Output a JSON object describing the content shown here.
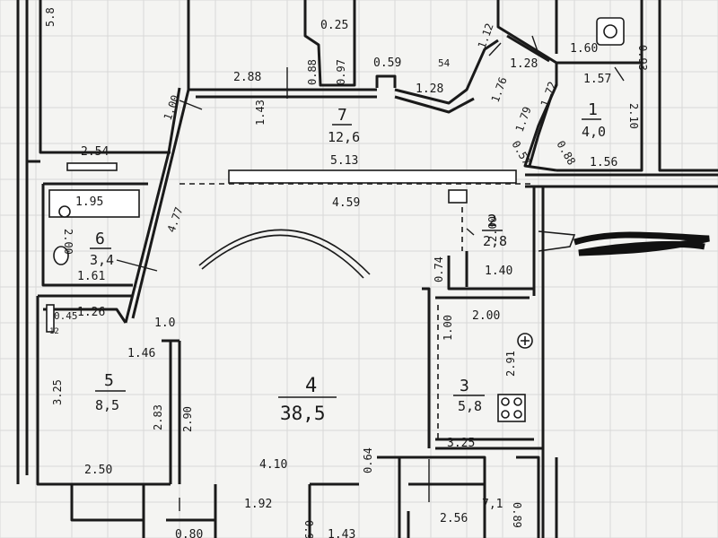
{
  "rooms": [
    {
      "no": "1",
      "area": "4,0"
    },
    {
      "no": "2",
      "area": "2,8"
    },
    {
      "no": "3",
      "area": "5,8"
    },
    {
      "no": "4",
      "area": "38,5"
    },
    {
      "no": "5",
      "area": "8,5"
    },
    {
      "no": "6",
      "area": "3,4"
    },
    {
      "no": "7",
      "area": "12,6"
    }
  ],
  "dims": {
    "d_5_8": "5.8",
    "d_2_88": "2.88",
    "d_0_88": "0.88",
    "d_0_97": "0.97",
    "d_0_25": "0.25",
    "d_0_59": "0.59",
    "d_1_28a": "1.28",
    "d_1_12": "1.12",
    "d_54": "54",
    "d_1_76": "1.76",
    "d_1_28b": "1.28",
    "d_1_60": "1.60",
    "d_0_93": "0.93",
    "d_1_57": "1.57",
    "d_1_72": "1.72",
    "d_1_79": "1.79",
    "d_2_10": "2.10",
    "d_1_00a": "1.00",
    "d_1_43": "1.43",
    "d_2_54": "2.54",
    "d_5_13": "5.13",
    "d_0_57": "0.57",
    "d_0_88b": "0.88",
    "d_1_56": "1.56",
    "d_4_59": "4.59",
    "d_1_95": "1.95",
    "d_4_77": "4.77",
    "d_2_00a": "2.00",
    "d_2_00b": "2.00",
    "d_1_61": "1.61",
    "d_0_74": "0.74",
    "d_1_40": "1.40",
    "d_1_26": "1.26",
    "d_0_45": "0.45",
    "d_1_0": "1.0",
    "d_1_46": "1.46",
    "d_2_00c": "2.00",
    "d_1_00b": "1.00",
    "d_2_91": "2.91",
    "d_3_25a": "3.25",
    "d_2_83": "2.83",
    "d_2_90": "2.90",
    "d_3_25b": "3.25",
    "d_2_50": "2.50",
    "d_4_10": "4.10",
    "d_0_64": "0.64",
    "d_1_92": "1.92",
    "d_0_91": "0.91",
    "d_2_56": "2.56",
    "d_7_1": "7,1",
    "d_0_89": "0.89",
    "d_0_80": "0.80",
    "d_1_43b": "1.43",
    "d_12": "12"
  },
  "colors": {
    "paper": "#f4f4f2",
    "ink": "#1a1a1a",
    "grid": "#d8d8d8",
    "redaction": "#111111"
  },
  "icons": [
    "stove-icon",
    "toilet-icon",
    "washbasin-icon",
    "bathtub-icon",
    "radiator-icon",
    "kitchen-sink-icon"
  ]
}
